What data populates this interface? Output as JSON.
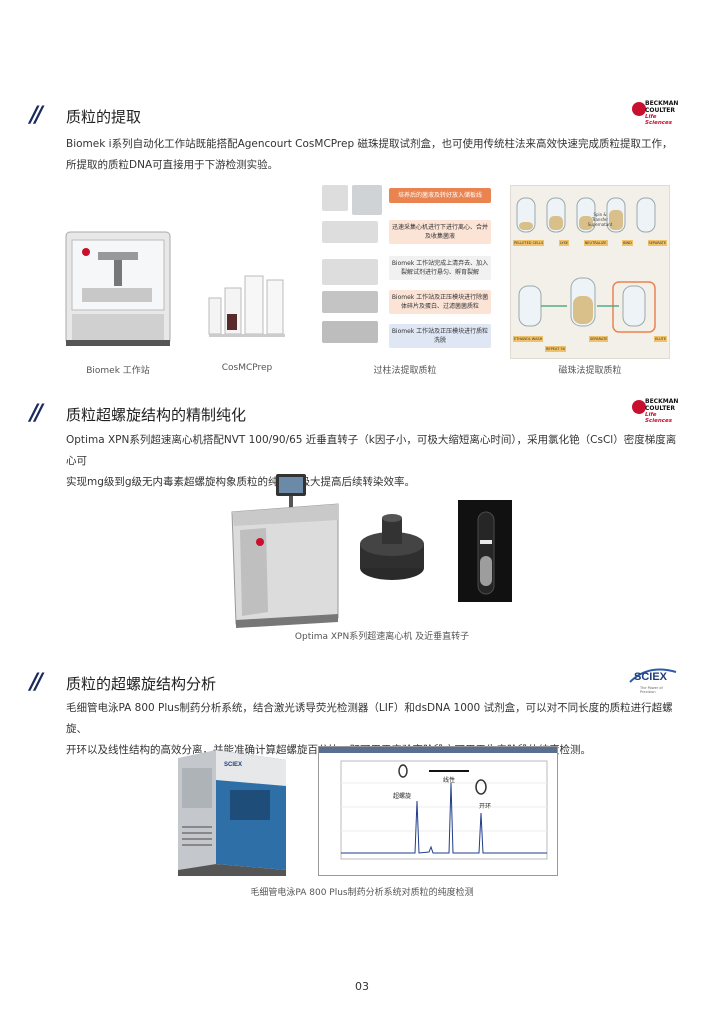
{
  "sections": [
    {
      "slashes": "//",
      "title": "质粒的提取",
      "logo": {
        "line1": "BECKMAN",
        "line2": "COULTER",
        "line3": "Life Sciences"
      },
      "text": [
        "Biomek i系列自动化工作站既能搭配Agencourt CosMCPrep 磁珠提取试剂盒，也可使用传统柱法来高效快速完成质粒提取工作，",
        "所提取的质粒DNA可直接用于下游检测实验。"
      ],
      "captions": [
        "Biomek 工作站",
        "CosMCPrep",
        "过柱法提取质粒",
        "磁珠法提取质粒"
      ],
      "flow_steps": [
        "培养后的菌液及转好放入储板线",
        "迅速采集心机进行下进行离心、合并及收集菌液",
        "Biomek 工作站完成上清弃去、加入裂解试剂进行悬匀、孵育裂解",
        "Biomek 工作站及正压模块进行除菌体碎片及蛋白、过滤菌菌质粒",
        "Biomek 工作站及正压模块进行质粒洗脱"
      ],
      "bead_labels_top": [
        "PELLETED CELLS",
        "LYSE",
        "NEUTRALIZE",
        "BIND",
        "SEPARATE"
      ],
      "bead_labels_bottom": [
        "ETHANOL WASH",
        "SEPARATE",
        "ELUTE",
        "REPEAT 3X"
      ],
      "bead_transfer_label": "Spin & Transfer Supernatant"
    },
    {
      "slashes": "//",
      "title": "质粒超螺旋结构的精制纯化",
      "logo": {
        "line1": "BECKMAN",
        "line2": "COULTER",
        "line3": "Life Sciences"
      },
      "text": [
        "Optima XPN系列超速离心机搭配NVT 100/90/65 近垂直转子（k因子小，可极大缩短离心时间），采用氯化铯（CsCl）密度梯度离心可",
        "实现mg级到g级无内毒素超螺旋构象质粒的纯化，极大提高后续转染效率。"
      ],
      "caption": "Optima XPN系列超速离心机 及近垂直转子"
    },
    {
      "slashes": "//",
      "title": "质粒的超螺旋结构分析",
      "logo": {
        "name": "SCIEX",
        "tagline": "The Power of Precision"
      },
      "text": [
        "毛细管电泳PA 800 Plus制药分析系统，结合激光诱导荧光检测器（LIF）和dsDNA 1000 试剂盒，可以对不同长度的质粒进行超螺旋、",
        "开环以及线性结构的高效分离，并能准确计算超螺旋百分比，既可用于实验室阶段亦可用于生产阶段的纯度检测。"
      ],
      "caption": "毛细管电泳PA 800 Plus制药分析系统对质粒的纯度检测",
      "chart_labels": {
        "supercoiled": "超螺旋",
        "linear": "线性",
        "open": "开环"
      }
    }
  ],
  "page_number": "03"
}
